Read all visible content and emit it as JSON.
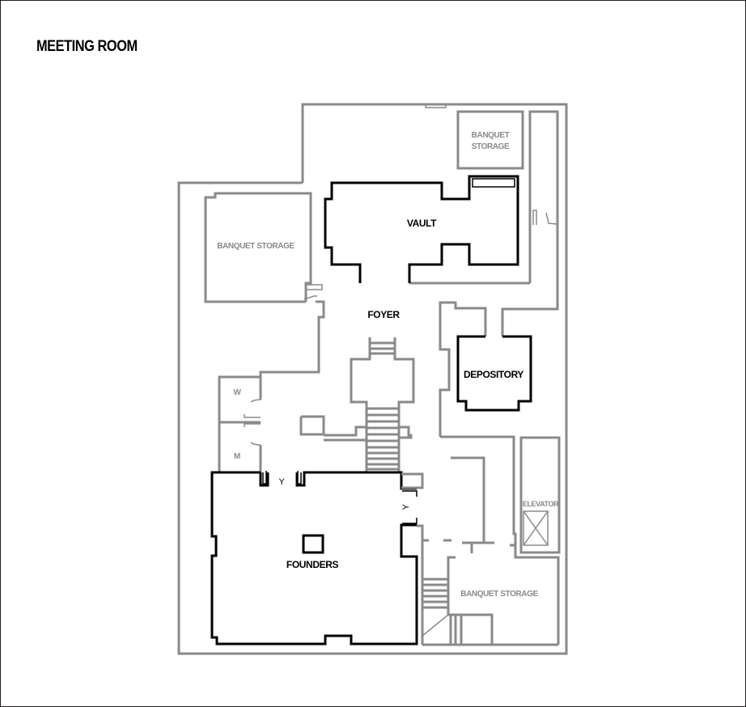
{
  "title": "MEETING ROOM",
  "colors": {
    "wall_grey": "#8a8a8a",
    "wall_black": "#000000",
    "background": "#ffffff",
    "border": "#231f20"
  },
  "rooms": {
    "vault": {
      "label": "VAULT"
    },
    "foyer": {
      "label": "FOYER"
    },
    "depository": {
      "label": "DEPOSITORY"
    },
    "founders": {
      "label": "FOUNDERS"
    },
    "elevator": {
      "label": "ELEVATOR"
    },
    "banquet_storage_top": {
      "label_line1": "BANQUET",
      "label_line2": "STORAGE"
    },
    "banquet_storage_left": {
      "label": "BANQUET STORAGE"
    },
    "banquet_storage_bottom": {
      "label": "BANQUET STORAGE"
    },
    "restroom_women": {
      "label": "W"
    },
    "restroom_men": {
      "label": "M"
    }
  },
  "markers": {
    "entry_top": "Y",
    "entry_right": "Y"
  }
}
